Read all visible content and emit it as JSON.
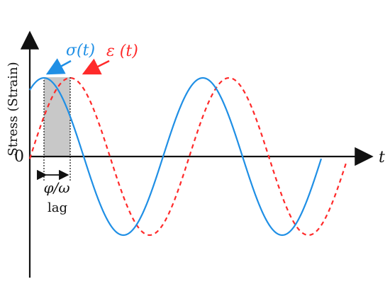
{
  "axes": {
    "origin_label": "0",
    "x_label": "t",
    "y_label": "Stress (Strain)"
  },
  "annotations": {
    "phase_label": "φ/ω",
    "lag_label": "lag"
  },
  "series": [
    {
      "label": "σ(t)",
      "color": "#1f8fe5",
      "style": "solid"
    },
    {
      "label": "ε (t)",
      "color": "#ff2a2a",
      "style": "dashed"
    }
  ]
}
